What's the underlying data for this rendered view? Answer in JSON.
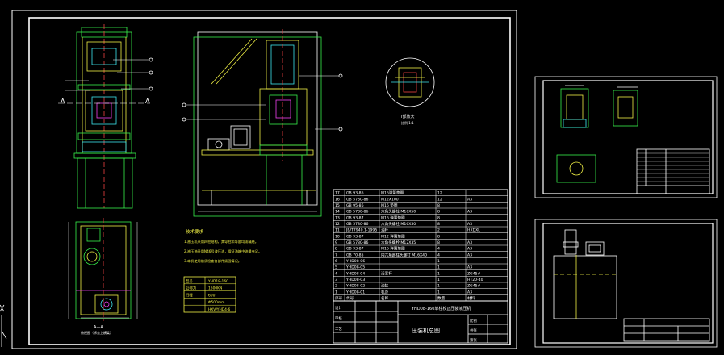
{
  "main_sheet": {
    "notes_title": "技术要求",
    "notes": [
      "1.液压机采用四柱结构，其导柱和导套均须精磨。",
      "2.液压油采用N46号液压油，保证油箱中油量充足。",
      "3.本机使用前须检查各部件紧固情况。"
    ],
    "spec_table": {
      "rows": [
        [
          "型号",
          "YHD18-160"
        ],
        [
          "公称力",
          "1600KN"
        ],
        [
          "行程",
          "600"
        ],
        [
          "",
          "Φ500mm"
        ],
        [
          "",
          "HXV/YHD4-6"
        ]
      ]
    },
    "detail_label": "I部放大",
    "detail_scale": "比例 1:1",
    "view_label": "A—A",
    "view_note": "俯视图（拆去上横梁）",
    "section_marks": [
      "A",
      "A"
    ],
    "bom": [
      [
        "17",
        "GB 93-86",
        "M16弹簧垫圈",
        "12",
        ""
      ],
      [
        "16",
        "GB 5780-86",
        "M12X100",
        "12",
        "A3"
      ],
      [
        "15",
        "GB 95-86",
        "M16 垫圈",
        "8",
        ""
      ],
      [
        "14",
        "GB 5780-86",
        "六角头螺栓 M16X50",
        "8",
        "A3"
      ],
      [
        "13",
        "GB 93-87",
        "M16 弹簧垫圈",
        "8",
        ""
      ],
      [
        "12",
        "GB 5780-86",
        "六角头螺栓 M16X50",
        "8",
        "A3"
      ],
      [
        "11",
        "JB/T7940.1-1995",
        "油杯",
        "2",
        "HXDXL"
      ],
      [
        "10",
        "GB 93-87",
        "M12 弹簧垫圈",
        "8",
        ""
      ],
      [
        "9",
        "GB 5780-86",
        "六角头螺栓 M12X35",
        "8",
        "A3"
      ],
      [
        "8",
        "GB 93-87",
        "M16 弹簧垫圈",
        "4",
        "A3"
      ],
      [
        "7",
        "GB 70-85",
        "内六角圆柱头螺钉 M16X40",
        "4",
        "A3"
      ],
      [
        "6",
        "YHD08-06",
        "",
        "1",
        ""
      ],
      [
        "5",
        "YHD08-05",
        "",
        "1",
        "A3"
      ],
      [
        "4",
        "YHD08-04",
        "活塞杆",
        "1",
        "ZG45#"
      ],
      [
        "3",
        "YHD08-03",
        "",
        "1",
        "HT20-40"
      ],
      [
        "2",
        "YHD08-02",
        "油缸",
        "1",
        "ZG45#"
      ],
      [
        "1",
        "YHD08-01",
        "机身",
        "1",
        "A3"
      ]
    ],
    "bom_header": [
      "序号",
      "代号",
      "名称",
      "数量",
      "材料"
    ],
    "title_block": {
      "product": "YHD08-160单柱校正压装液压机",
      "drawing": "压装机总图",
      "fields": [
        "设计",
        "审核",
        "工艺",
        "比例",
        "共张",
        "第张"
      ]
    }
  },
  "side_sheets": {
    "sheet_top_title": "",
    "sheet_bottom_title": ""
  },
  "colors": {
    "background": "#000000",
    "border": "#ffffff",
    "drawing_green": "#36f04a",
    "drawing_yellow": "#f0f045",
    "drawing_cyan": "#3ee5ee",
    "drawing_magenta": "#f040f0",
    "drawing_red": "#f04040"
  },
  "icons": [
    "ucs-axis-icon"
  ]
}
